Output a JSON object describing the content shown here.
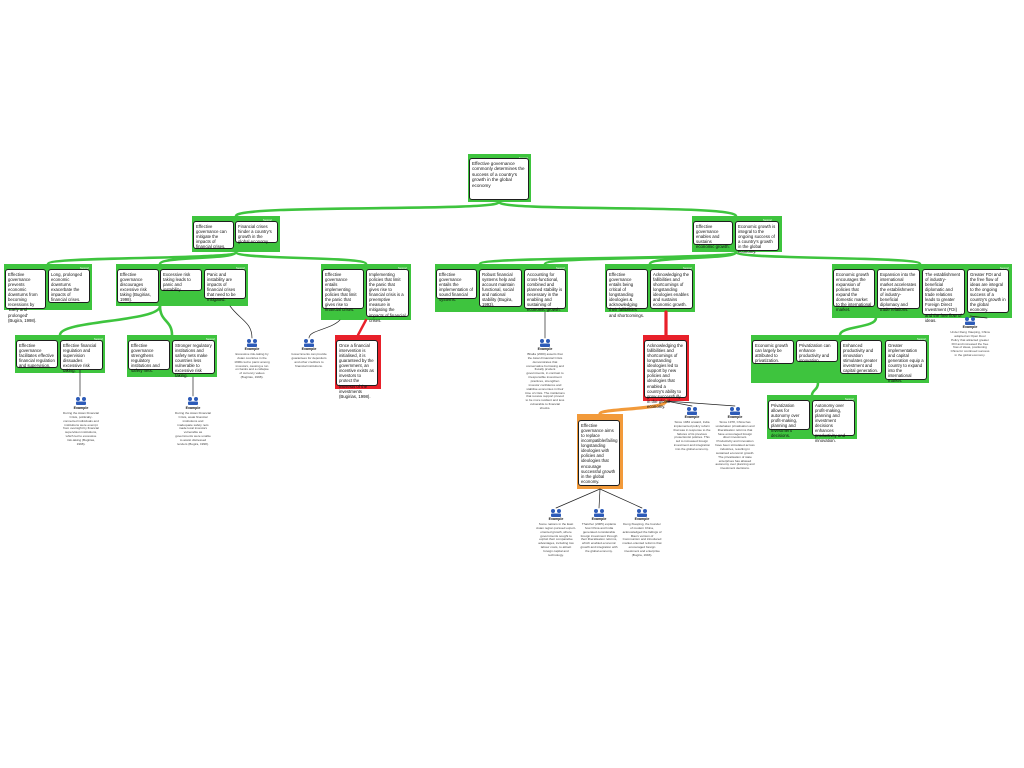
{
  "colors": {
    "green": "#3ec43e",
    "green_light": "#8fe08f",
    "red": "#e8202a",
    "orange": "#f29a3a",
    "node_border": "#1e1e1e",
    "example_icon": "#2d5bb8"
  },
  "tag_label": "Support",
  "example_label": "Example",
  "root": {
    "text": "Effective governance commonly determines the success of a country's growth in the global economy"
  },
  "nodes": {
    "l1_left": "Effective governance can mitigate the impacts of financial crises.",
    "l1_left_b": "Financial crises hinder a country's growth in the global economy.",
    "l1_right": "Effective governance enables and sustains economic growth.",
    "l1_right_b": "Economic growth is integral to the ongoing success of a country's growth in the global economy.",
    "a1": "Effective governance prevents economic downturns from becoming recessions by 'Early and prolonged' (Bugira, 1998).",
    "a1b": "Long, prolonged economic downturns exacerbate the impacts of financial crises.",
    "a2": "Effective governance discourages excessive risk taking (Bugirias, 1998).",
    "a2b": "Excessive risk taking leads to panic and instability.",
    "a2c": "Panic and instability are impacts of financial crises that need to be mitigated.",
    "a3": "Effective governance entails implementing policies that limit the panic that gives rise to financial crises.",
    "a3b": "Implementing policies that limit the panic that gives rise to financial crisis is a preemptive measure in mitigating the impacts of financial crises.",
    "b1": "Effective governance facilitates effective financial regulation and supervision.",
    "b1b": "Effective financial regulation and supervision dissuades excessive risk taking.",
    "b2": "Effective governance strengthens regulatory institutions and safety nets.",
    "b2b": "Stronger regulatory institutions and safety nets make countries less vulnerable to excessive risk taking.",
    "r1": "Once a financial intervention is initialised, it is guaranteed by the government, an incentive exists as investors to protect the interests of the investments (Bugirias, 1998).",
    "c1": "Effective governance entails the implementation of sound financial systems.",
    "c1b": "Robust financial systems help and account maintain functional, social and national stability (Bugira, 1993).",
    "c2": "Accounting for cross-functional, combined and planned stability is necessary in the enabling and sustaining of economic growth.",
    "c3": "Effective governance entails being critical of longstanding ideologies & acknowledging their fallibilities and shortcomings.",
    "c3b": "Acknowledging the fallibilities and shortcomings of longstanding ideologies enables and sustains economic growth.",
    "c4": "Economic growth encourages the expansion of policies that expand the domestic market to the international market.",
    "c4b": "Expansion into the international market accelerates the establishment of industry-beneficial diplomacy and trade relations.",
    "c4c": "The establishment of industry-beneficial diplomatic and trade relations leads to greater Foreign Direct Investment (FDI) and the free flow of ideas.",
    "c4d": "Greater FDI and the free flow of ideas are integral to the ongoing success of a country's growth in the global economy.",
    "r2": "Acknowledging the fallibilities and shortcomings of longstanding ideologies led to support by new policies and ideologies that enabled a country's ability to grow successfully in the global economy.",
    "o1": "Effective governance aims to replace incompatible/failing longstanding ideologies with policies and ideologies that encourage successful growth in the global economy.",
    "d1": "Economic growth can largely be attributed to privatization.",
    "d1b": "Privatization can enhance productivity and innovation.",
    "d1c": "Enhanced productivity and innovation stimulates greater investment and capital generation.",
    "d1d": "Greater implementation and capital generation equip a country to expand into the international market.",
    "d2": "Privatization allows for autonomy over profit-making, planning and investment decisions.",
    "d2b": "Autonomy over profit-making, planning and investment decisions enhances productivity and innovation."
  },
  "examples": [
    {
      "text": "During the Asian Financial Crisis, politically-connected individuals and institutions were exempt from oversight by financial supervision institutions, which led to excessive risk-taking (Bugirias, 1998)."
    },
    {
      "text": "During the Asian Financial Crisis, weak financial institutions and inadequate safety nets made local investors vulnerable as governments were unable to assist distressed lenders (Bugira, 1998)."
    },
    {
      "text": "Excessive risk-taking by Asian countries in the 1990s led to panic among investors, causing a run on banks and a collapse of currency values (Bugirias, 1998)."
    },
    {
      "text": "Governments can provide guarantees for depositors and other creditors to financial institutions."
    },
    {
      "text": "Bhalla (2000) asserts that the Asian Financial Crisis demonstrates that conservative borrowing and fiscally prudent governments, in contrast to irresponsible investment practices, strengthen investor confidence and stabilise economies in their time of crisis. The institutions that receive support proved to be more resilient and less vulnerable to financial shocks."
    },
    {
      "text": "Some nations in the East Asian region pursued export-oriented growth, where governments sought to exploit their comparative advantages, including low labour costs, to attract foreign capital and technology."
    },
    {
      "text": "Thatcher (2005) explains how China and India generated considerable foreign investment through their liberalisation reforms, which enabled economic growth and integration with the global economy."
    },
    {
      "text": "Deng Xiaoping, the founder of modern China, acknowledged the failings of Mao's version of Communism and introduced market-oriented reforms that encouraged foreign investment and enterprise (Bugira, 1993)."
    },
    {
      "text": "Since 1984 onward, India implemented policy reform that was in response to the failures of its previous protectionist policies. This led to increased foreign investment and integration into the global economy."
    },
    {
      "text": "Since 1978, China has undertaken privatisation and liberalisation reforms that have encouraged foreign direct investment. Productivity and innovation have been stimulated across industries, resulting in sustained economic growth. The privatisation of state enterprises has allowed autonomy over planning and investment decisions."
    },
    {
      "text": "Under Deng Xiaoping, China adopted an Open Door Policy that attracted greater FDI and increased the free flow of ideas, positioning China for continued success in the global economy."
    }
  ]
}
